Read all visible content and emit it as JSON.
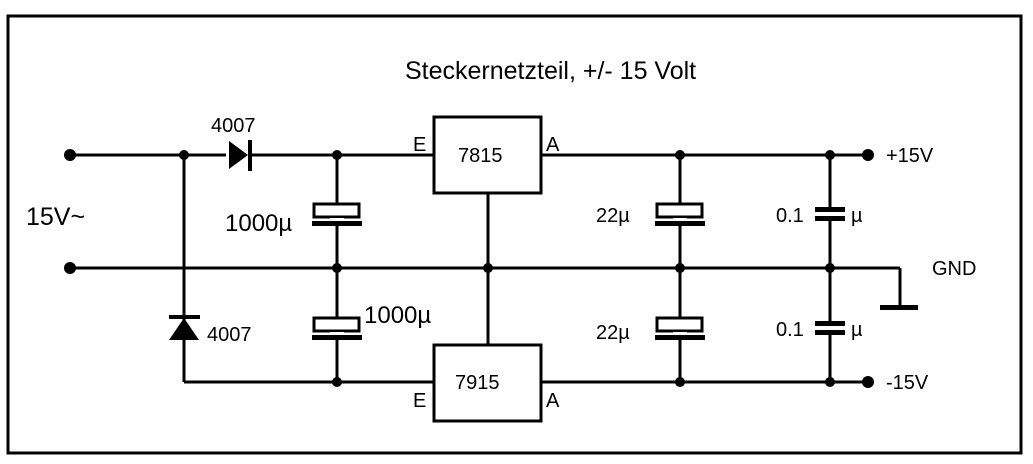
{
  "title": "Steckernetzteil, +/- 15 Volt",
  "input": {
    "label": "15V~"
  },
  "diodes": [
    {
      "id": "D1",
      "label": "4007",
      "orientation": "forward-right"
    },
    {
      "id": "D2",
      "label": "4007",
      "orientation": "cathode-up"
    }
  ],
  "input_caps": [
    {
      "id": "C1",
      "label": "1000µ"
    },
    {
      "id": "C2",
      "label": "1000µ"
    }
  ],
  "regulators": [
    {
      "id": "U1",
      "label": "7815",
      "in_pin": "E",
      "out_pin": "A"
    },
    {
      "id": "U2",
      "label": "7915",
      "in_pin": "E",
      "out_pin": "A"
    }
  ],
  "output_elcaps": [
    {
      "id": "C3",
      "label": "22µ"
    },
    {
      "id": "C4",
      "label": "22µ"
    }
  ],
  "output_caps": [
    {
      "id": "C5",
      "value": "0.1",
      "unit": "µ"
    },
    {
      "id": "C6",
      "value": "0.1",
      "unit": "µ"
    }
  ],
  "outputs": {
    "positive": "+15V",
    "ground": "GND",
    "negative": "-15V"
  }
}
